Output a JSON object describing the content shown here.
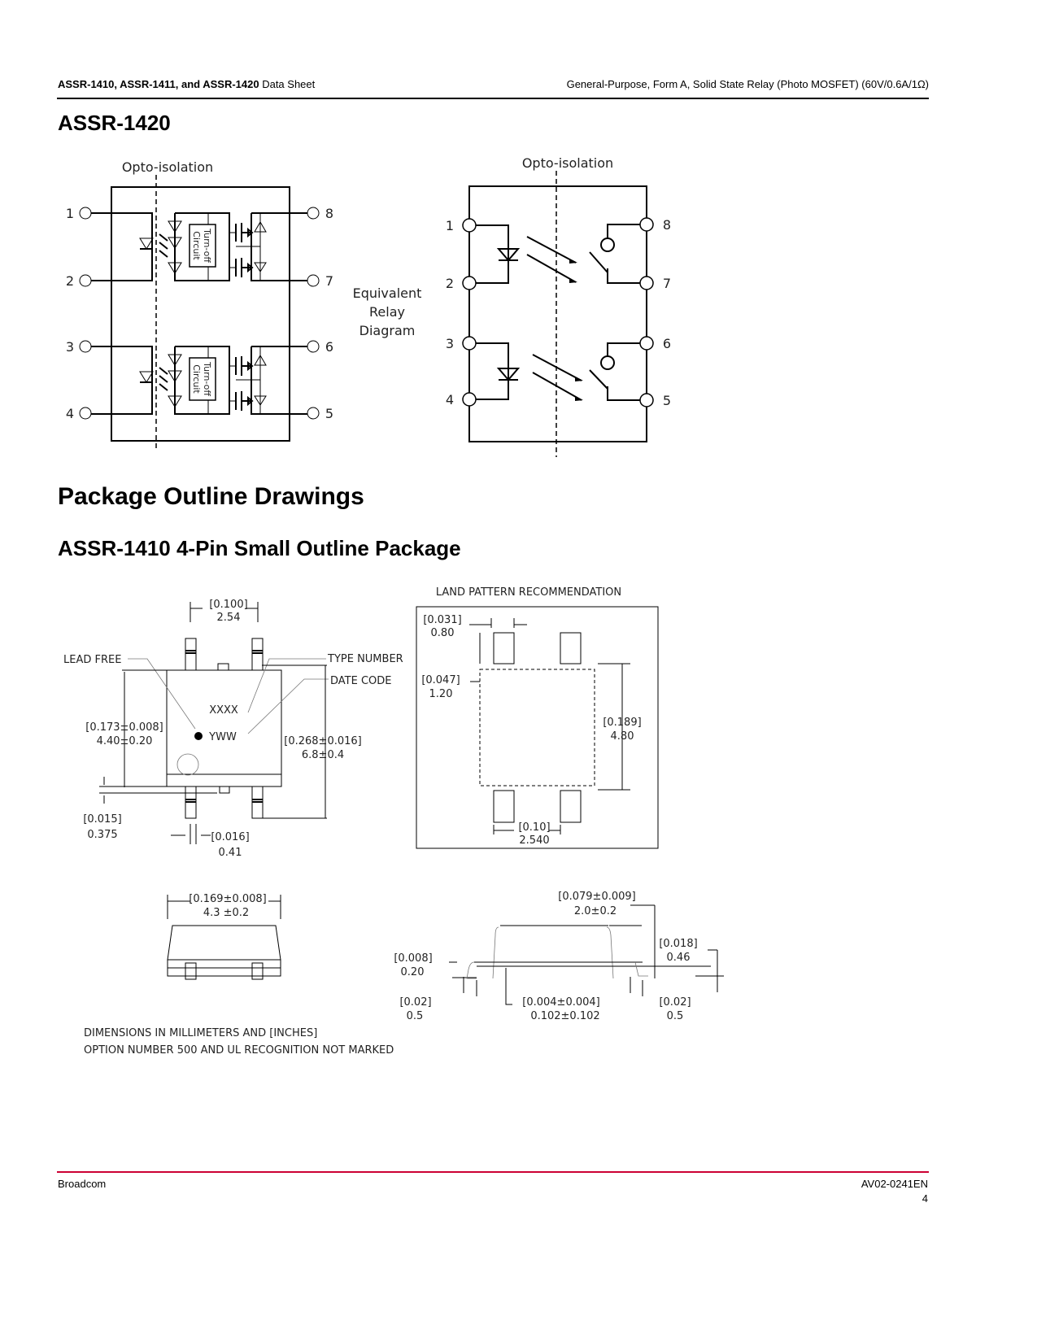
{
  "header": {
    "left_bold": "ASSR-1410, ASSR-1411, and ASSR-1420",
    "left_normal": " Data Sheet",
    "right": "General-Purpose, Form A, Solid State Relay (Photo MOSFET) (60V/0.6A/1Ω)"
  },
  "section_title": "ASSR-1420",
  "schematic": {
    "opto_label": "Opto-isolation",
    "turnoff_1": "Turn-off",
    "turnoff_2": "Circuit",
    "pins_left": [
      "1",
      "2",
      "3",
      "4"
    ],
    "pins_right": [
      "8",
      "7",
      "6",
      "5"
    ]
  },
  "equivalent": {
    "opto_label": "Opto-isolation",
    "caption": [
      "Equivalent",
      "Relay",
      "Diagram"
    ],
    "pins_left": [
      "1",
      "2",
      "3",
      "4"
    ],
    "pins_right": [
      "8",
      "7",
      "6",
      "5"
    ]
  },
  "package_title": "Package Outline Drawings",
  "package_subtitle": "ASSR-1410 4-Pin Small Outline Package",
  "top_view": {
    "lead_free": "LEAD FREE",
    "type_number": "TYPE NUMBER",
    "date_code": "DATE CODE",
    "marking_type": "XXXX",
    "marking_date": "YWW",
    "pitch_in": "[0.100]",
    "pitch_mm": "2.54",
    "body_in": "[0.173±0.008]",
    "body_mm": "4.40±0.20",
    "overall_in": "[0.268±0.016]",
    "overall_mm": "6.8±0.4",
    "standoff_in": "[0.015]",
    "standoff_mm": "0.375",
    "lead_in": "[0.016]",
    "lead_mm": "0.41"
  },
  "land_pattern": {
    "title": "LAND PATTERN RECOMMENDATION",
    "pad_w_in": "[0.031]",
    "pad_w_mm": "0.80",
    "pad_h_in": "[0.047]",
    "pad_h_mm": "1.20",
    "span_in": "[0.189]",
    "span_mm": "4.80",
    "pitch_in": "[0.10]",
    "pitch_mm": "2.540"
  },
  "end_view": {
    "width_in": "[0.169±0.008]",
    "width_mm": "4.3 ±0.2"
  },
  "side_view": {
    "height_in": "[0.079±0.009]",
    "height_mm": "2.0±0.2",
    "lead_t_in": "[0.008]",
    "lead_t_mm": "0.20",
    "h2_in": "[0.018]",
    "h2_mm": "0.46",
    "foot_l_in": "[0.02]",
    "foot_l_mm": "0.5",
    "standoff_in": "[0.004±0.004]",
    "standoff_mm": "0.102±0.102",
    "foot_r_in": "[0.02]",
    "foot_r_mm": "0.5"
  },
  "notes": [
    "DIMENSIONS IN MILLIMETERS AND [INCHES]",
    "OPTION NUMBER 500 AND UL RECOGNITION NOT MARKED"
  ],
  "footer": {
    "left": "Broadcom",
    "doc_id": "AV02-0241EN",
    "page": "4"
  },
  "colors": {
    "footer_rule": "#cc0033"
  }
}
